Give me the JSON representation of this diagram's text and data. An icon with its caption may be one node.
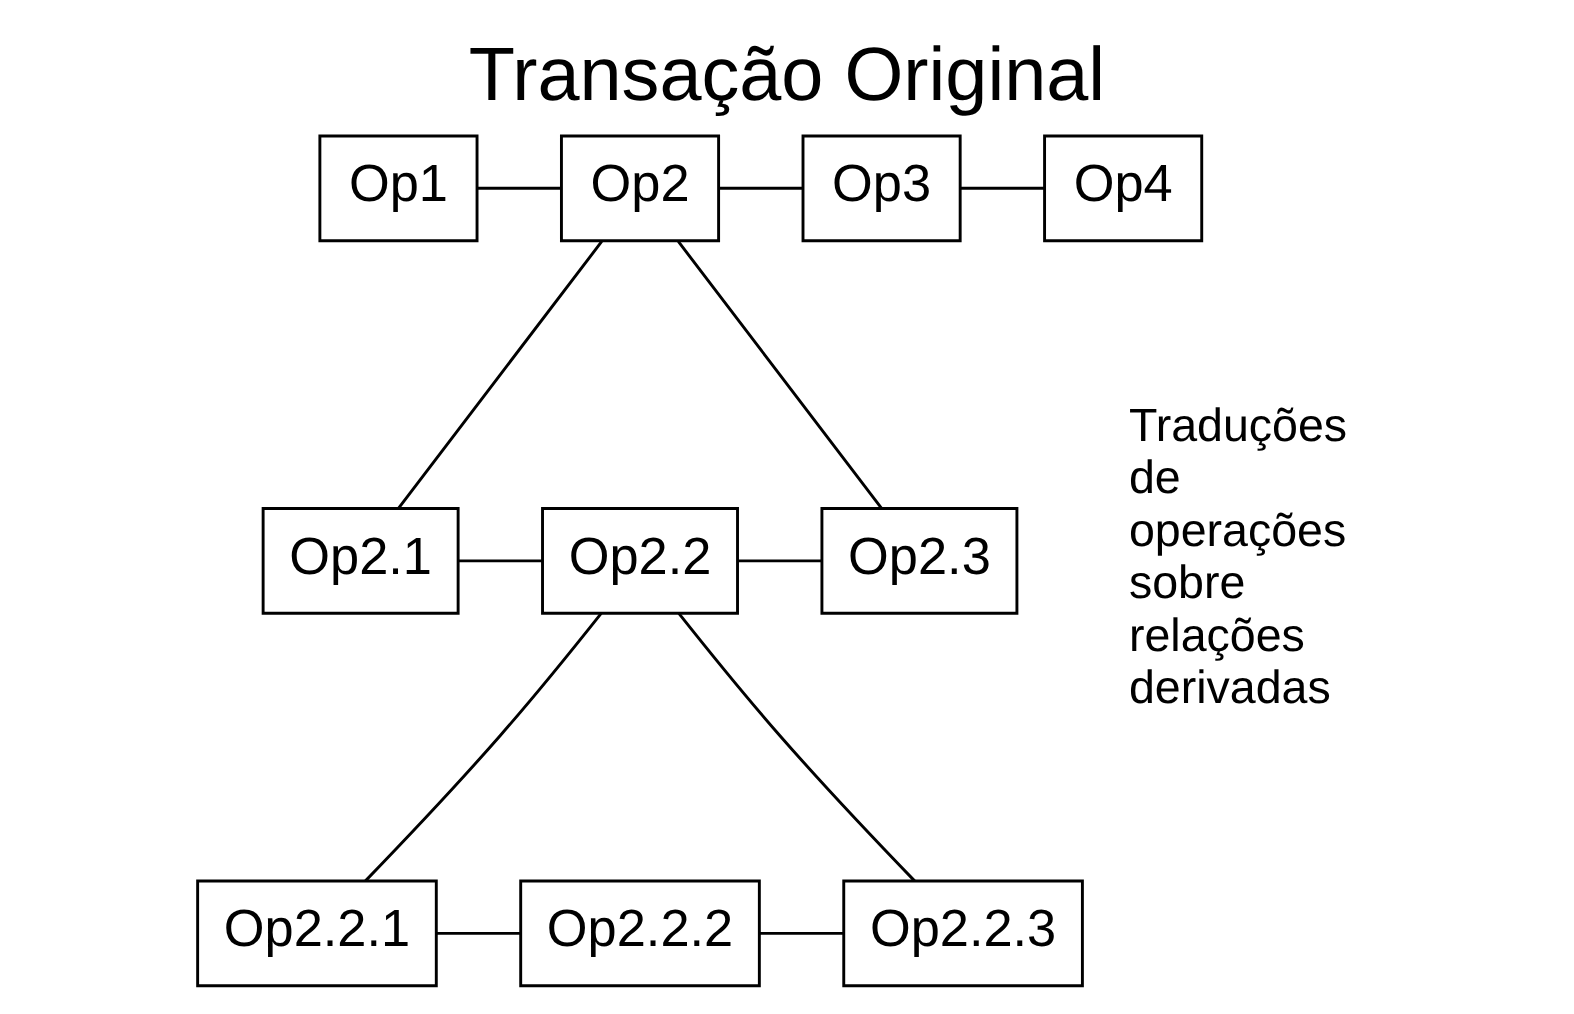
{
  "diagram": {
    "title": "Transação Original",
    "nodes": [
      {
        "text": [
          "Op1"
        ]
      },
      {
        "text": [
          "Op2"
        ]
      },
      {
        "text": [
          "Op3"
        ]
      },
      {
        "text": [
          "Op4"
        ]
      },
      {
        "text": [
          "Op2.1"
        ]
      },
      {
        "text": [
          "Op2.2"
        ]
      },
      {
        "text": [
          "Op2.3"
        ]
      },
      {
        "text": [
          "Op2.2.1"
        ]
      },
      {
        "text": [
          "Op2.2.2"
        ]
      },
      {
        "text": [
          "Op2.2.3"
        ]
      }
    ],
    "edges": [
      {
        "from": 0,
        "to": 1,
        "arrow": "none"
      },
      {
        "from": 1,
        "to": 2,
        "arrow": "none"
      },
      {
        "from": 2,
        "to": 3,
        "arrow": "none"
      },
      {
        "from": 1,
        "to": 4,
        "arrow": "none"
      },
      {
        "from": 1,
        "to": 6,
        "arrow": "none"
      },
      {
        "from": 4,
        "to": 5,
        "arrow": "none"
      },
      {
        "from": 5,
        "to": 6,
        "arrow": "none"
      },
      {
        "from": 5,
        "to": 7,
        "arrow": "none"
      },
      {
        "from": 5,
        "to": 9,
        "arrow": "none"
      },
      {
        "from": 7,
        "to": 8,
        "arrow": "none"
      },
      {
        "from": 8,
        "to": 9,
        "arrow": "none"
      }
    ],
    "labels": [
      "Traduções de operações sobre relações derivadas"
    ]
  }
}
